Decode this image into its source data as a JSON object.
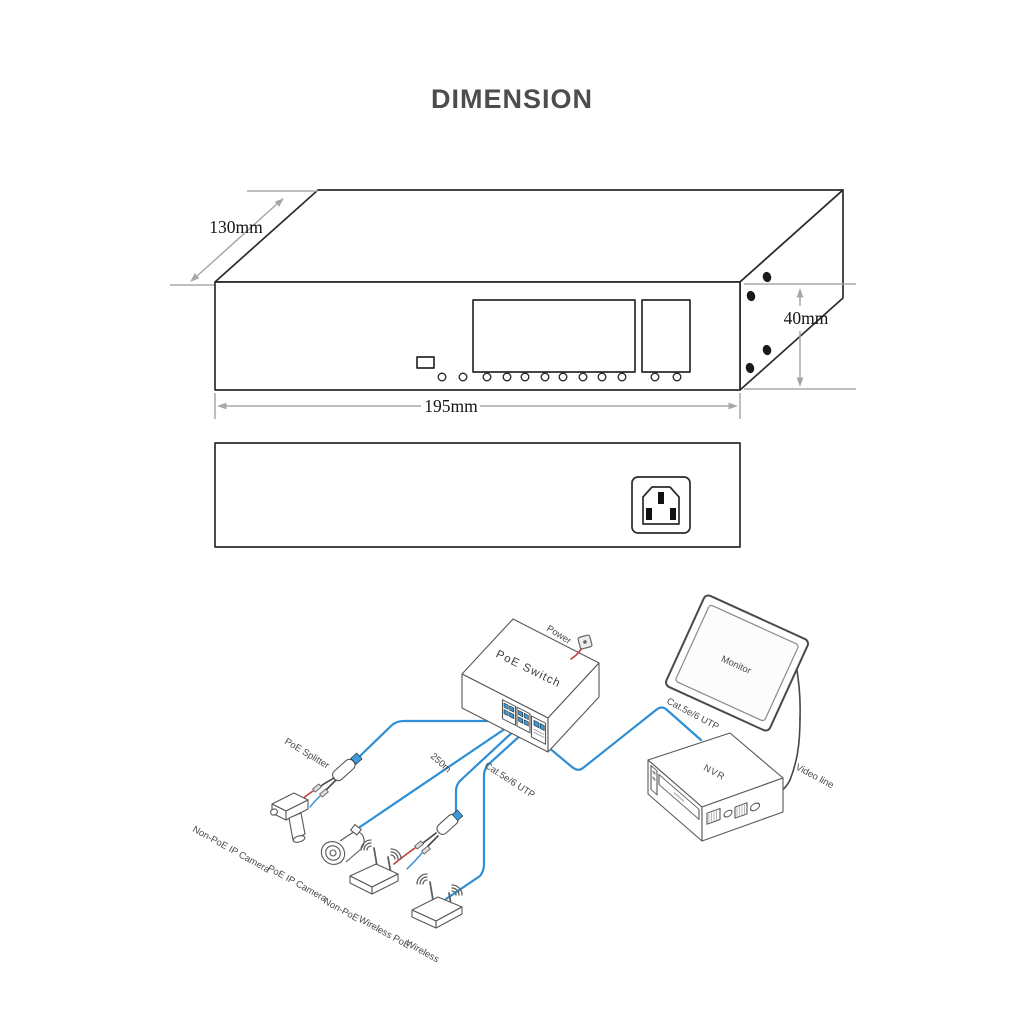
{
  "title": "DIMENSION",
  "dimensions": {
    "depth": "130mm",
    "height": "40mm",
    "width": "195mm"
  },
  "topology": {
    "switch": "PoE Switch",
    "power": "Power",
    "monitor": "Monitor",
    "nvr": "NVR",
    "video_line": "Video line",
    "utp_right": "Cat.5e/6 UTP",
    "utp_left": "Cat.5e/6 UTP",
    "distance": "250m",
    "splitter": "PoE Splitter",
    "device_labels": [
      "Non-PoE IP Camera",
      "PoE IP Camera",
      "Non-PoE",
      "Wireless PoE",
      "Wireless"
    ]
  },
  "colors": {
    "cable_blue": "#2E8FD4",
    "cable_red": "#C43B3B",
    "port_blue": "#3B9AD9",
    "dim_gray": "#A8A8A8",
    "title_color": "#4D4D4D"
  }
}
